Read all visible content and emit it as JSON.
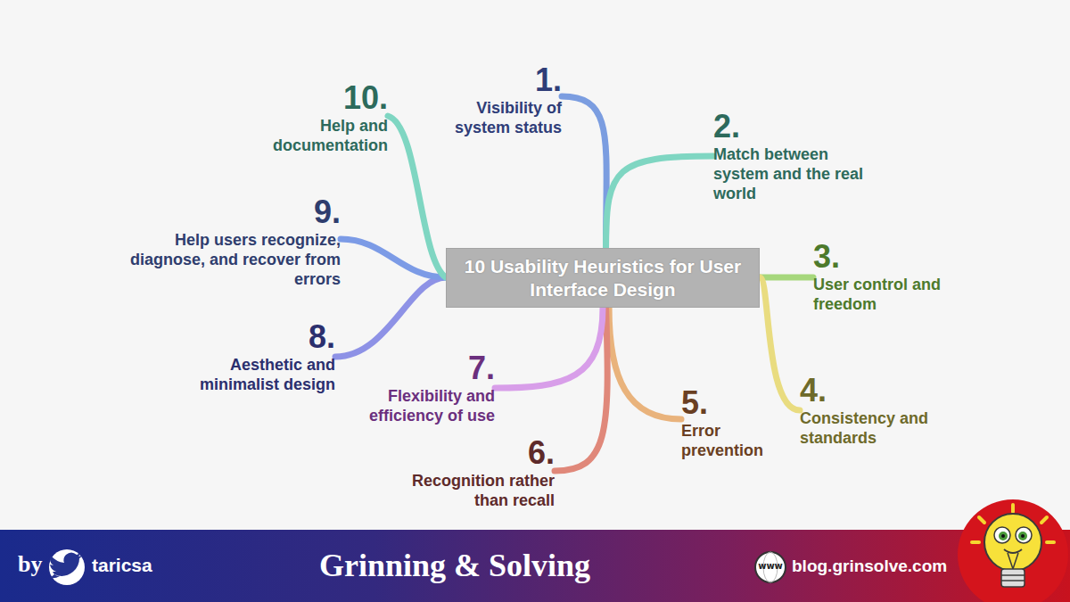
{
  "diagram": {
    "nodes": [
      {
        "text": [
          "10 Usability Heuristics for User Interface Design"
        ]
      },
      {
        "text": [
          "1.",
          "Visibility of system status"
        ]
      },
      {
        "text": [
          "2.",
          "Match between system and the real world"
        ]
      },
      {
        "text": [
          "3.",
          "User control and freedom"
        ]
      },
      {
        "text": [
          "4.",
          "Consistency and standards"
        ]
      },
      {
        "text": [
          "5.",
          "Error prevention"
        ]
      },
      {
        "text": [
          "6.",
          "Recognition rather than recall"
        ]
      },
      {
        "text": [
          "7.",
          "Flexibility and efficiency of use"
        ]
      },
      {
        "text": [
          "8.",
          "Aesthetic and minimalist design"
        ]
      },
      {
        "text": [
          "9.",
          "Help users recognize, diagnose, and recover from errors"
        ]
      },
      {
        "text": [
          "10.",
          "Help and documentation"
        ]
      }
    ],
    "edges": [
      {
        "from": 0,
        "to": 1,
        "arrow": "none"
      },
      {
        "from": 0,
        "to": 2,
        "arrow": "none"
      },
      {
        "from": 0,
        "to": 3,
        "arrow": "none"
      },
      {
        "from": 0,
        "to": 4,
        "arrow": "none"
      },
      {
        "from": 0,
        "to": 5,
        "arrow": "none"
      },
      {
        "from": 0,
        "to": 6,
        "arrow": "none"
      },
      {
        "from": 0,
        "to": 7,
        "arrow": "none"
      },
      {
        "from": 0,
        "to": 8,
        "arrow": "none"
      },
      {
        "from": 0,
        "to": 9,
        "arrow": "none"
      },
      {
        "from": 0,
        "to": 10,
        "arrow": "none"
      }
    ],
    "labels": [
      "by",
      "taricsa",
      "Grinning & Solving",
      "www",
      "blog.grinsolve.com"
    ]
  }
}
